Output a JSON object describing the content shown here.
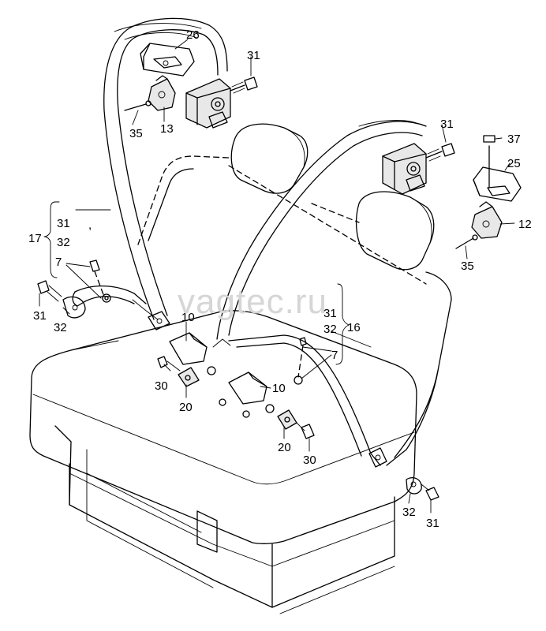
{
  "watermark": "vagtec.ru",
  "callouts": {
    "c26": "26",
    "c31_top": "31",
    "c35_left": "35",
    "c13": "13",
    "c31_mid_right": "31",
    "c37": "37",
    "c25": "25",
    "c12": "12",
    "c35_right": "35",
    "c31_bracket_left": "31",
    "c17": "17",
    "c32_bracket_left": "32",
    "c7_left": "7",
    "c31_left": "31",
    "c32_left": "32",
    "c10_left": "10",
    "c30_left": "30",
    "c20_left": "20",
    "c31_bracket_right": "31",
    "c32_bracket_right": "32",
    "c16": "16",
    "c7_right": "7",
    "c10_right": "10",
    "c20_right": "20",
    "c30_right": "30",
    "c32_bottom": "32",
    "c31_bottom": "31",
    "comma": ","
  }
}
